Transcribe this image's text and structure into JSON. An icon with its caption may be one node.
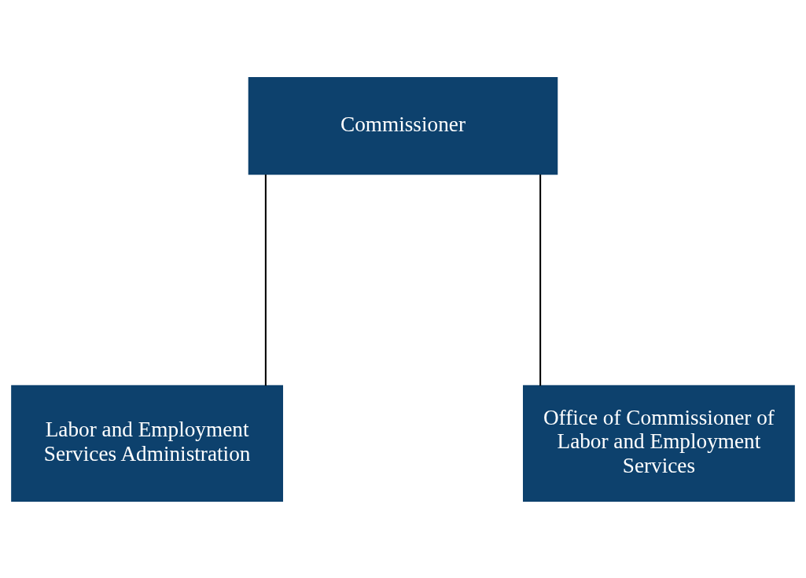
{
  "diagram": {
    "nodes": [
      {
        "text": [
          "Commissioner"
        ]
      },
      {
        "text": [
          "Labor and Employment Services Administration"
        ]
      },
      {
        "text": [
          "Office of Commissioner of Labor and Employment Services"
        ]
      }
    ],
    "edges": [
      {
        "from": 0,
        "to": 1,
        "arrow": "none"
      },
      {
        "from": 0,
        "to": 2,
        "arrow": "none"
      }
    ]
  }
}
